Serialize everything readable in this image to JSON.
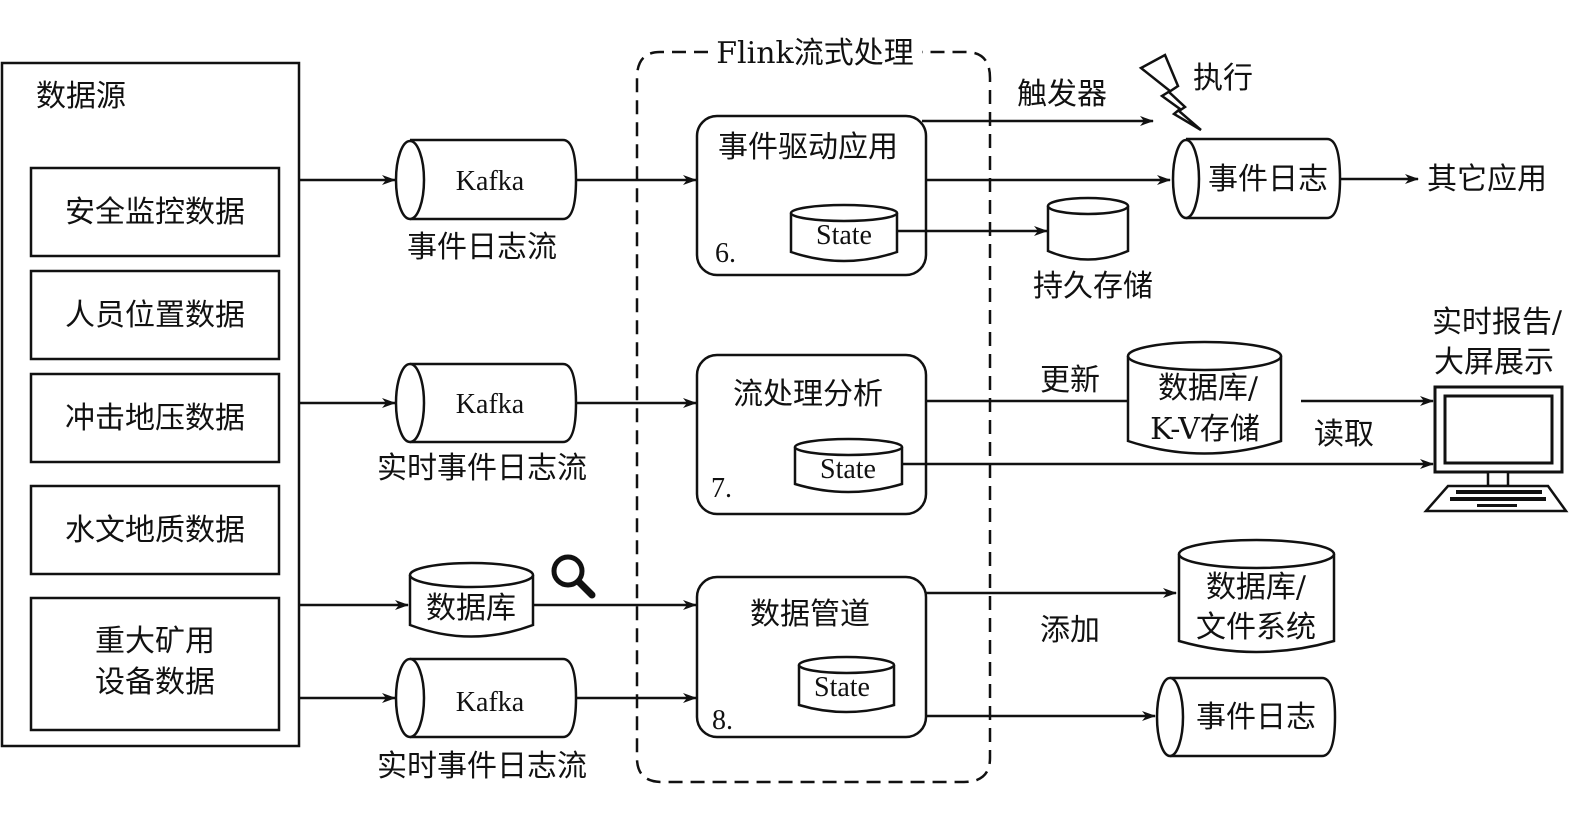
{
  "sources": {
    "title": "数据源",
    "items": [
      "安全监控数据",
      "人员位置数据",
      "冲击地压数据",
      "水文地质数据"
    ],
    "equipment_line1": "重大矿用",
    "equipment_line2": "设备数据"
  },
  "ingest": {
    "kafka_label": "Kafka",
    "stream1_caption": "事件日志流",
    "stream2_caption": "实时事件日志流",
    "database_label": "数据库",
    "stream3_caption": "实时事件日志流",
    "search_icon": "magnifier-icon"
  },
  "flink": {
    "title": "Flink流式处理",
    "state_label": "State",
    "apps": [
      {
        "number": "6.",
        "title": "事件驱动应用"
      },
      {
        "number": "7.",
        "title": "流处理分析"
      },
      {
        "number": "8.",
        "title": "数据管道"
      }
    ]
  },
  "outputs": {
    "trigger_label": "触发器",
    "execute_label": "执行",
    "lightning_icon": "lightning-icon",
    "event_log_label": "事件日志",
    "other_apps_label": "其它应用",
    "persistent_storage_label": "持久存储",
    "update_label": "更新",
    "kv_store_line1": "数据库/",
    "kv_store_line2": "K-V存储",
    "read_label": "读取",
    "report_line1": "实时报告/",
    "report_line2": "大屏展示",
    "computer_icon": "computer-icon",
    "append_label": "添加",
    "fs_line1": "数据库/",
    "fs_line2": "文件系统",
    "event_log2_label": "事件日志"
  }
}
